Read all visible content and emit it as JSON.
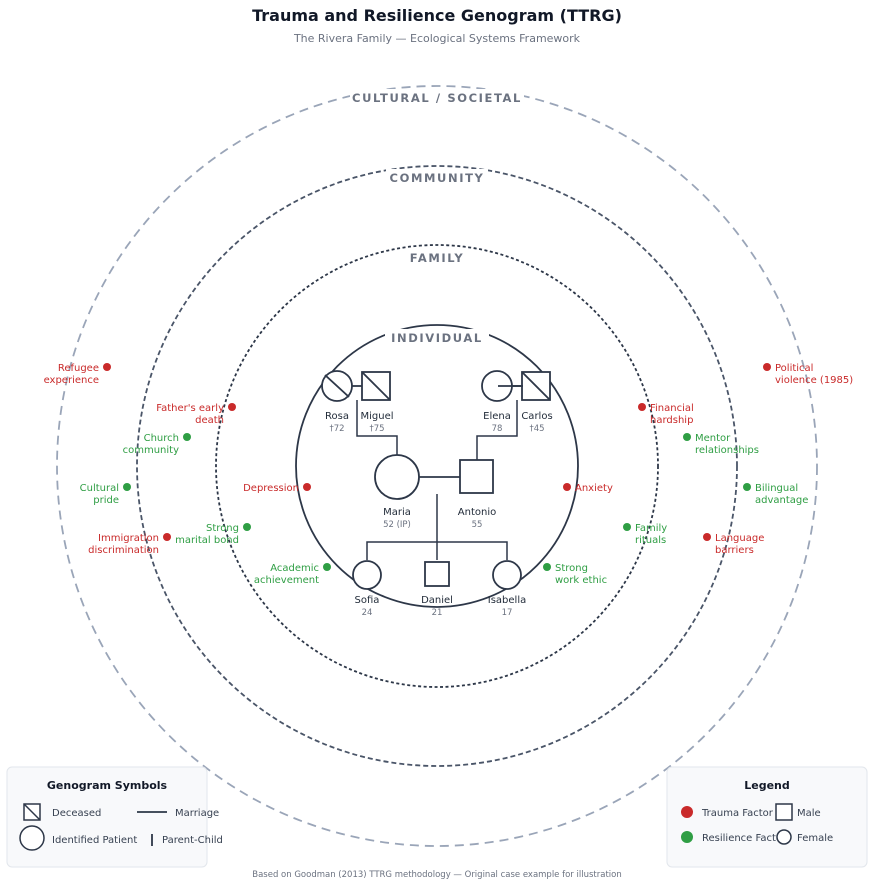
{
  "header": {
    "title": "Trauma and Resilience Genogram (TTRG)",
    "subtitle": "The Rivera Family — Ecological Systems Framework"
  },
  "rings": {
    "cultural": "CULTURAL / SOCIETAL",
    "community": "COMMUNITY",
    "family": "FAMILY",
    "individual": "INDIVIDUAL"
  },
  "people": {
    "rosa": {
      "name": "Rosa",
      "sub": "†72"
    },
    "miguel": {
      "name": "Miguel",
      "sub": "†75"
    },
    "elena": {
      "name": "Elena",
      "sub": "78"
    },
    "carlos": {
      "name": "Carlos",
      "sub": "†45"
    },
    "maria": {
      "name": "Maria",
      "sub": "52 (IP)"
    },
    "antonio": {
      "name": "Antonio",
      "sub": "55"
    },
    "sofia": {
      "name": "Sofia",
      "sub": "24"
    },
    "daniel": {
      "name": "Daniel",
      "sub": "21"
    },
    "isabella": {
      "name": "Isabella",
      "sub": "17"
    }
  },
  "factors": {
    "refugee": [
      "Refugee",
      "experience"
    ],
    "political": [
      "Political",
      "violence (1985)"
    ],
    "fathers_death": [
      "Father's early",
      "death"
    ],
    "financial": [
      "Financial",
      "hardship"
    ],
    "church": [
      "Church",
      "community"
    ],
    "mentor": [
      "Mentor",
      "relationships"
    ],
    "cultural_pride": [
      "Cultural",
      "pride"
    ],
    "bilingual": [
      "Bilingual",
      "advantage"
    ],
    "depression": "Depression",
    "anxiety": "Anxiety",
    "immigration": [
      "Immigration",
      "discrimination"
    ],
    "marital": [
      "Strong",
      "marital bond"
    ],
    "rituals": [
      "Family",
      "rituals"
    ],
    "language": [
      "Language",
      "barriers"
    ],
    "academic": [
      "Academic",
      "achievement"
    ],
    "work_ethic": [
      "Strong",
      "work ethic"
    ]
  },
  "legend_symbols": {
    "title": "Genogram Symbols",
    "deceased": "Deceased",
    "marriage": "Marriage",
    "patient": "Identified Patient",
    "parent_child": "Parent-Child"
  },
  "legend": {
    "title": "Legend",
    "trauma": "Trauma Factor",
    "male": "Male",
    "resilience": "Resilience Factor",
    "female": "Female"
  },
  "footnote": "Based on Goodman (2013) TTRG methodology — Original case example for illustration",
  "colors": {
    "trauma": "#c92a2a",
    "resilience": "#2f9e44",
    "outline": "#2d3748",
    "ring_outer": "#9aa5b8",
    "ring_inner": "#4a5568"
  }
}
